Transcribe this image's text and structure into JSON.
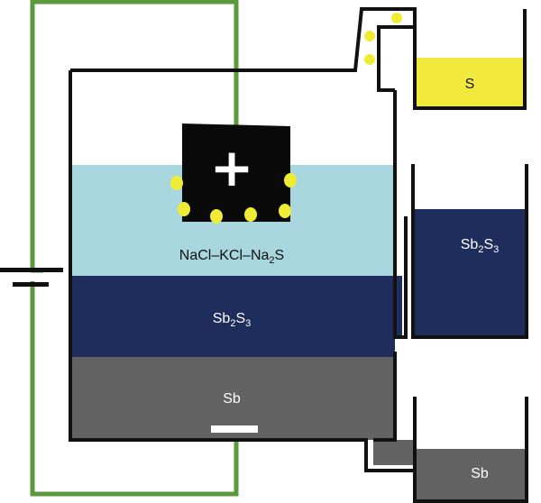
{
  "labels": {
    "electrolyte": {
      "parts": [
        [
          "NaCl–KCl–Na",
          false
        ],
        [
          "2",
          true
        ],
        [
          "S",
          false
        ]
      ]
    },
    "sulfide_layer": {
      "parts": [
        [
          "Sb",
          false
        ],
        [
          "2",
          true
        ],
        [
          "S",
          false
        ],
        [
          "3",
          true
        ]
      ]
    },
    "metal_layer": {
      "parts": [
        [
          "Sb",
          false
        ]
      ]
    },
    "sulfur_tank": {
      "parts": [
        [
          "S",
          false
        ]
      ]
    },
    "sulfide_tank": {
      "parts": [
        [
          "Sb",
          false
        ],
        [
          "2",
          true
        ],
        [
          "S",
          false
        ],
        [
          "3",
          true
        ]
      ]
    },
    "metal_tank": {
      "parts": [
        [
          "Sb",
          false
        ]
      ]
    }
  },
  "anode_symbol": "+",
  "colors": {
    "wire": "#5a9a3c",
    "cell_outline": "#111111",
    "electrolyte": "#a8d6de",
    "sulfide": "#1f2d5c",
    "metal": "#636363",
    "sulfur": "#f1ea3d",
    "bubble": "#f0ec34",
    "anode": "#0a0a0a"
  }
}
